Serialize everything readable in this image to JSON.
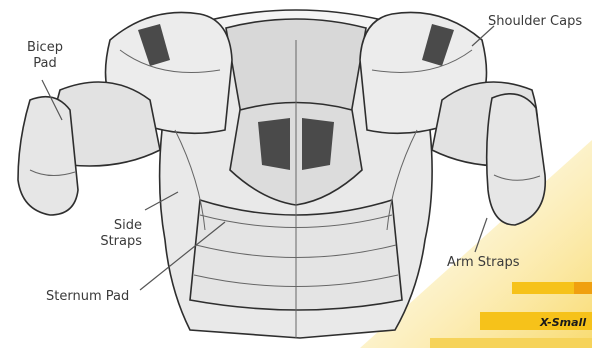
{
  "labels": {
    "bicep_pad": "Bicep\nPad",
    "shoulder_caps": "Shoulder Caps",
    "side_straps": "Side\nStraps",
    "sternum_pad": "Sternum Pad",
    "arm_straps": "Arm Straps"
  },
  "size_tag": "X-Small",
  "colors": {
    "accent_yellow": "#f6c21a",
    "accent_orange": "#f0a010",
    "line_color": "#555555"
  }
}
